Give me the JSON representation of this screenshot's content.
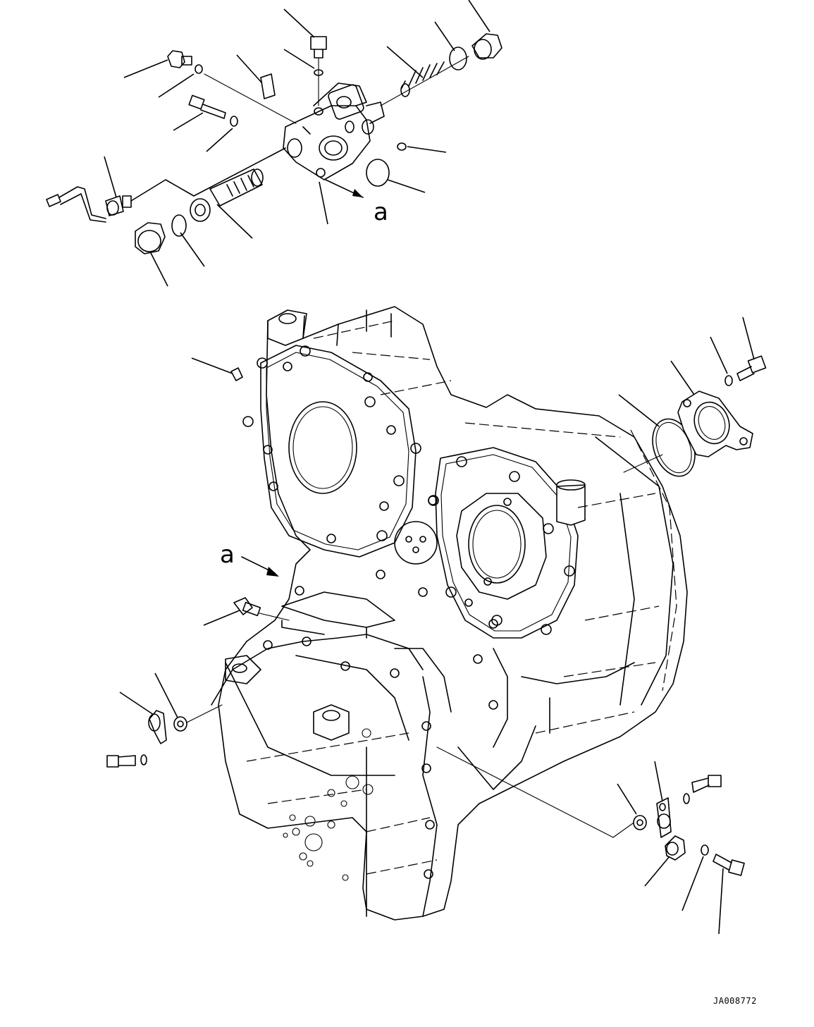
{
  "diagram": {
    "view_label_top": "a",
    "view_label_main": "a",
    "drawing_code": "JA008772"
  }
}
